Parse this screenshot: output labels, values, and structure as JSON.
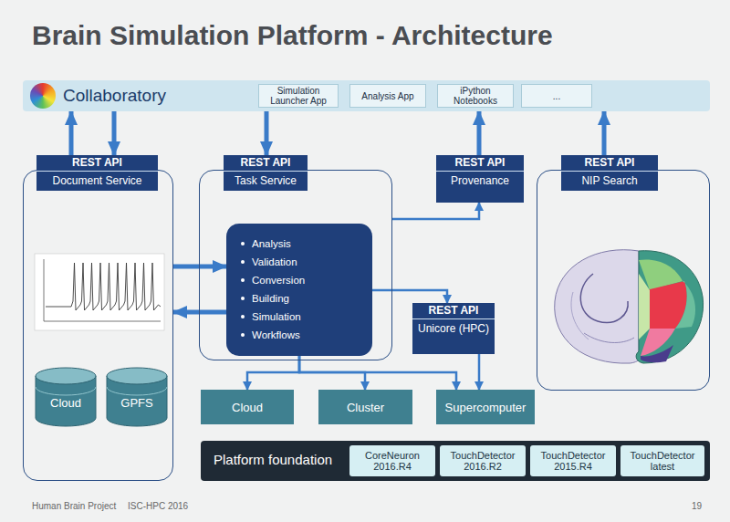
{
  "diagram": {
    "title": "Brain Simulation Platform - Architecture",
    "nodes": [
      {
        "text": [
          "Collaboratory"
        ]
      },
      {
        "text": [
          "Simulation Launcher App"
        ],
        "in": 0
      },
      {
        "text": [
          "Analysis App"
        ],
        "in": 0
      },
      {
        "text": [
          "iPython Notebooks"
        ],
        "in": 0
      },
      {
        "text": [
          "..."
        ],
        "in": 0
      },
      {
        "text": [
          "REST API",
          "Document Service"
        ]
      },
      {
        "text": [
          "Cloud"
        ],
        "in": 5
      },
      {
        "text": [
          "GPFS"
        ],
        "in": 5
      },
      {
        "text": [
          "REST API",
          "Task Service"
        ]
      },
      {
        "text": [
          "Analysis",
          "Validation",
          "Conversion",
          "Building",
          "Simulation",
          "Workflows"
        ],
        "in": 8
      },
      {
        "text": [
          "REST API",
          "Provenance"
        ]
      },
      {
        "text": [
          "REST API",
          "Unicore (HPC)"
        ]
      },
      {
        "text": [
          "REST API",
          "NIP Search"
        ]
      },
      {
        "text": [
          "Cloud"
        ]
      },
      {
        "text": [
          "Cluster"
        ]
      },
      {
        "text": [
          "Supercomputer"
        ]
      },
      {
        "text": [
          "Platform foundation"
        ]
      },
      {
        "text": [
          "CoreNeuron 2016.R4"
        ],
        "in": 16
      },
      {
        "text": [
          "TouchDetector 2016.R2"
        ],
        "in": 16
      },
      {
        "text": [
          "TouchDetector 2015.R4"
        ],
        "in": 16
      },
      {
        "text": [
          "TouchDetector latest"
        ],
        "in": 16
      }
    ],
    "edges": [
      {
        "from": 5,
        "to": 0,
        "arrow": "to"
      },
      {
        "from": 0,
        "to": 5,
        "arrow": "to"
      },
      {
        "from": 0,
        "to": 8,
        "arrow": "to"
      },
      {
        "from": 10,
        "to": 0,
        "arrow": "to"
      },
      {
        "from": 12,
        "to": 0,
        "arrow": "to"
      },
      {
        "from": 5,
        "to": 9,
        "arrow": "to"
      },
      {
        "from": 9,
        "to": 5,
        "arrow": "to"
      },
      {
        "from": 8,
        "to": 10,
        "arrow": "to"
      },
      {
        "from": 9,
        "to": 11,
        "arrow": "to"
      },
      {
        "from": 9,
        "to": 13,
        "arrow": "to"
      },
      {
        "from": 9,
        "to": 14,
        "arrow": "to"
      },
      {
        "from": 9,
        "to": 15,
        "arrow": "to"
      },
      {
        "from": 11,
        "to": 15,
        "arrow": "to"
      }
    ],
    "labels": [
      "Human Brain Project",
      "ISC-HPC 2016",
      "19"
    ]
  }
}
